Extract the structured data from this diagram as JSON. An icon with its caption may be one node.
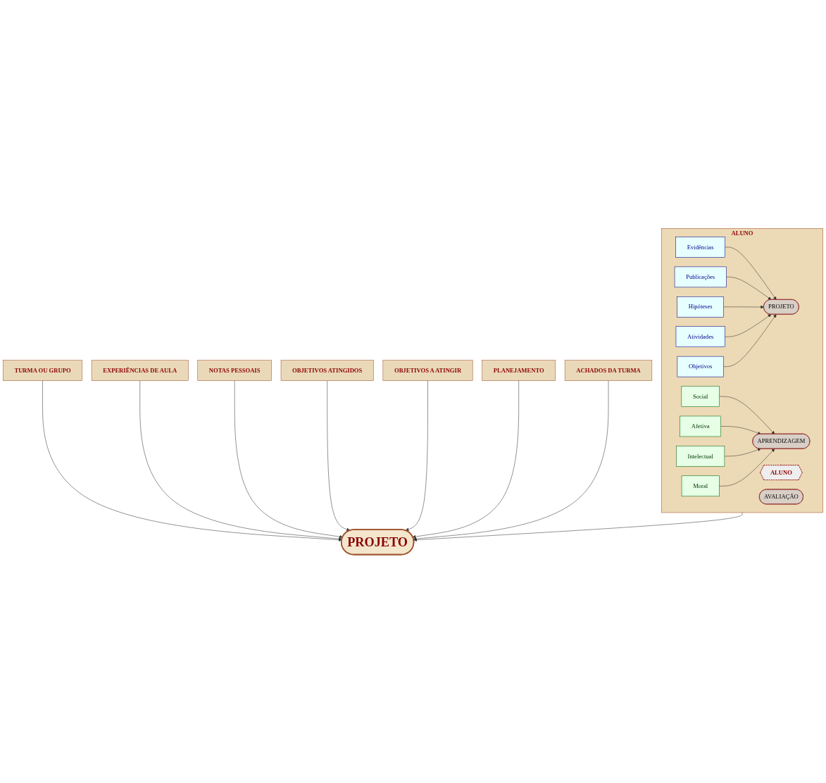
{
  "diagram": {
    "nodes": [
      {
        "text": [
          "ALUNO"
        ]
      },
      {
        "text": [
          "Evidências"
        ],
        "in": 0
      },
      {
        "text": [
          "Publicações"
        ],
        "in": 0
      },
      {
        "text": [
          "Hipóteses"
        ],
        "in": 0
      },
      {
        "text": [
          "Atividades"
        ],
        "in": 0
      },
      {
        "text": [
          "Objetivos"
        ],
        "in": 0
      },
      {
        "text": [
          "PROJETO"
        ],
        "in": 0
      },
      {
        "text": [
          "APRENDIZAGEM"
        ],
        "in": 0
      },
      {
        "text": [
          "ALUNO"
        ],
        "in": 0
      },
      {
        "text": [
          "AVALIAÇÃO"
        ],
        "in": 0
      },
      {
        "text": [
          "Social"
        ],
        "in": 0
      },
      {
        "text": [
          "Afetiva"
        ],
        "in": 0
      },
      {
        "text": [
          "Intelectual"
        ],
        "in": 0
      },
      {
        "text": [
          "Moral"
        ],
        "in": 0
      },
      {
        "text": [
          "TURMA OU GRUPO"
        ]
      },
      {
        "text": [
          "EXPERIÊNCIAS DE AULA"
        ]
      },
      {
        "text": [
          "NOTAS PESSOAIS"
        ]
      },
      {
        "text": [
          "OBJETIVOS ATINGIDOS"
        ]
      },
      {
        "text": [
          "OBJETIVOS A ATINGIR"
        ]
      },
      {
        "text": [
          "PLANEJAMENTO"
        ]
      },
      {
        "text": [
          "ACHADOS DA TURMA"
        ]
      },
      {
        "text": [
          "PROJETO"
        ]
      }
    ],
    "edges": [
      {
        "from": 1,
        "to": 6,
        "arrow": "to"
      },
      {
        "from": 2,
        "to": 6,
        "arrow": "to"
      },
      {
        "from": 3,
        "to": 6,
        "arrow": "to"
      },
      {
        "from": 4,
        "to": 6,
        "arrow": "to"
      },
      {
        "from": 5,
        "to": 6,
        "arrow": "to"
      },
      {
        "from": 10,
        "to": 7,
        "arrow": "to"
      },
      {
        "from": 11,
        "to": 7,
        "arrow": "to"
      },
      {
        "from": 12,
        "to": 7,
        "arrow": "to"
      },
      {
        "from": 13,
        "to": 7,
        "arrow": "to"
      },
      {
        "from": 0,
        "to": 21,
        "arrow": "to"
      },
      {
        "from": 14,
        "to": 21,
        "arrow": "to"
      },
      {
        "from": 15,
        "to": 21,
        "arrow": "to"
      },
      {
        "from": 16,
        "to": 21,
        "arrow": "to"
      },
      {
        "from": 17,
        "to": 21,
        "arrow": "to"
      },
      {
        "from": 18,
        "to": 21,
        "arrow": "to"
      },
      {
        "from": 19,
        "to": 21,
        "arrow": "to"
      },
      {
        "from": 20,
        "to": 21,
        "arrow": "to"
      }
    ]
  }
}
